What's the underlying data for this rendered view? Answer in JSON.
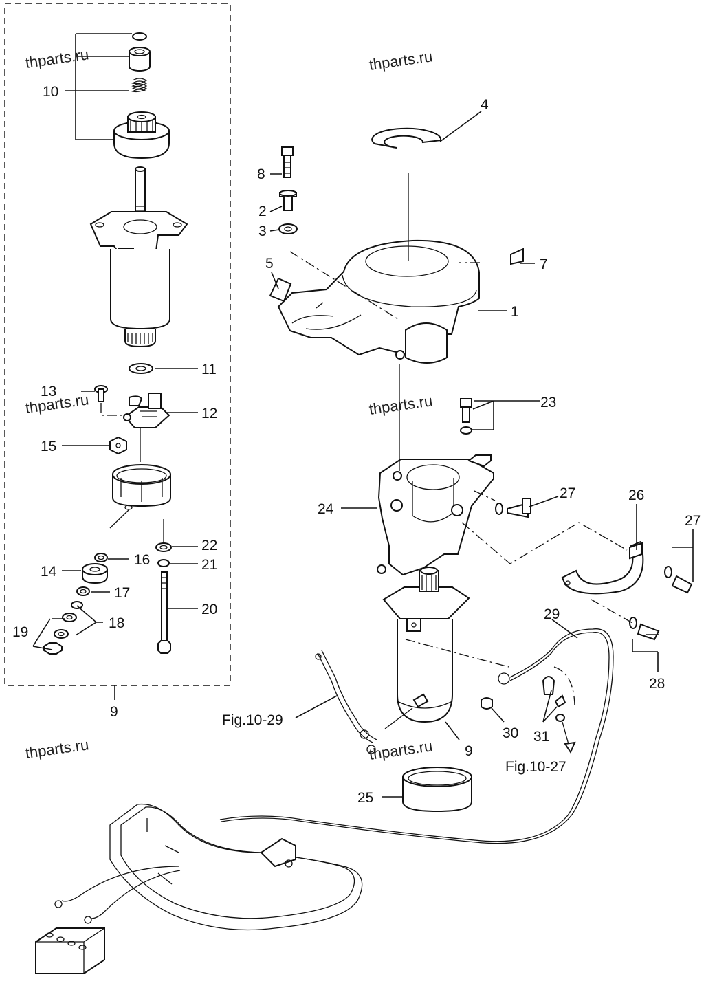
{
  "watermarks": [
    "thparts.ru",
    "thparts.ru",
    "thparts.ru",
    "thparts.ru",
    "thparts.ru",
    "thparts.ru"
  ],
  "callouts": {
    "c1": "1",
    "c2": "2",
    "c3": "3",
    "c4": "4",
    "c5": "5",
    "c7": "7",
    "c8": "8",
    "c9_box": "9",
    "c9": "9",
    "c10": "10",
    "c11": "11",
    "c12": "12",
    "c13": "13",
    "c14": "14",
    "c15": "15",
    "c16": "16",
    "c17": "17",
    "c18": "18",
    "c19": "19",
    "c20": "20",
    "c21": "21",
    "c22": "22",
    "c23": "23",
    "c24": "24",
    "c25": "25",
    "c26": "26",
    "c27a": "27",
    "c27b": "27",
    "c28": "28",
    "c29": "29",
    "c30": "30",
    "c31": "31"
  },
  "references": {
    "fig_10_29": "Fig.10-29",
    "fig_10_27": "Fig.10-27"
  }
}
